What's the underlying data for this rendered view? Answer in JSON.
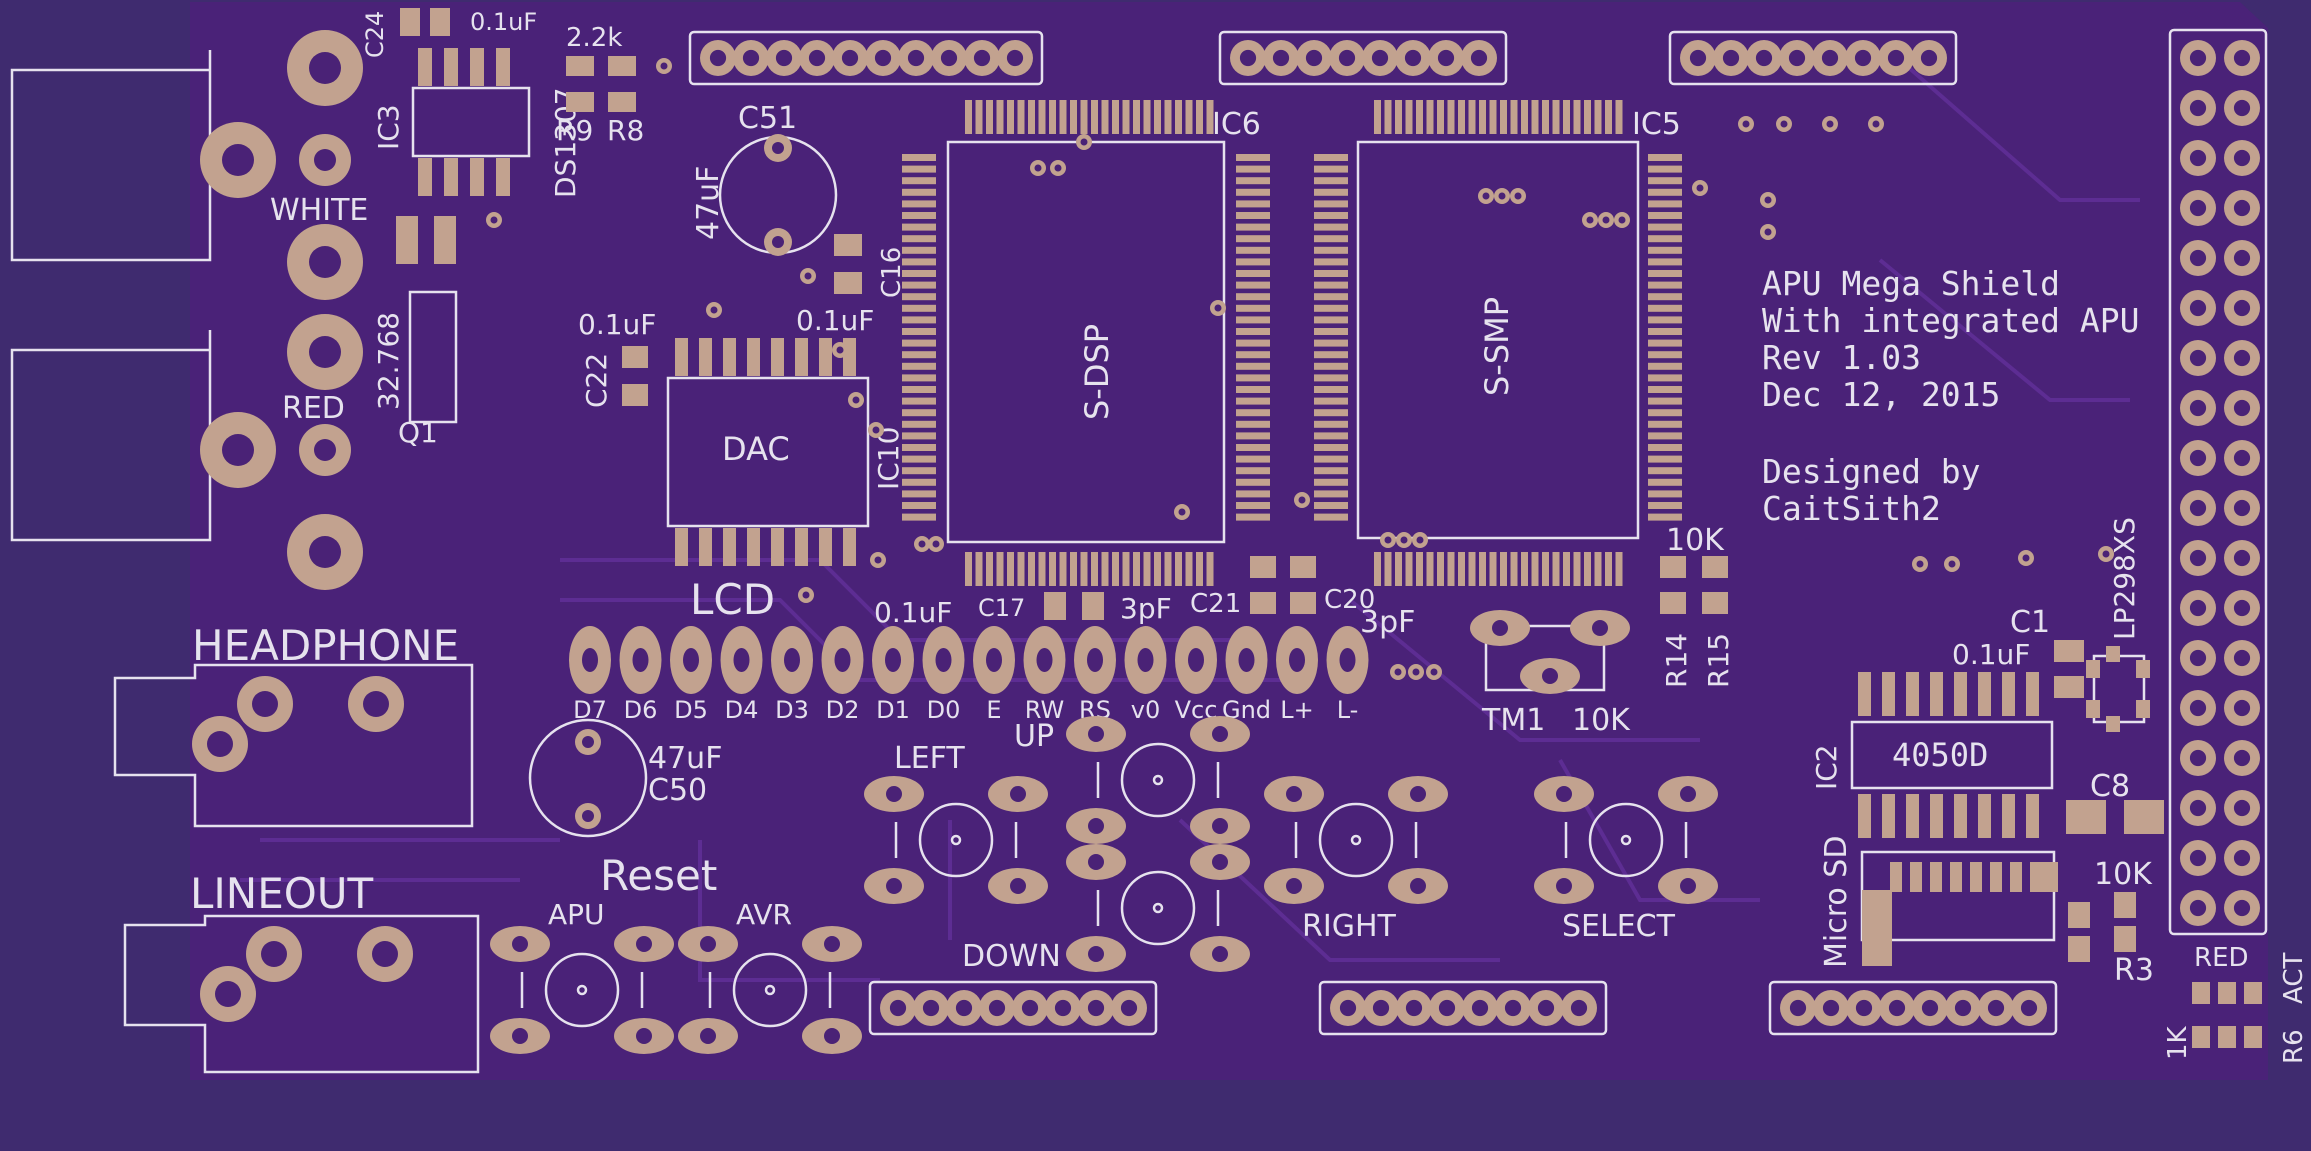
{
  "board": {
    "title_lines": [
      "APU Mega Shield",
      "With integrated APU",
      "Rev 1.03",
      "Dec 12, 2015"
    ],
    "credit_lines": [
      "Designed by",
      "CaitSith2"
    ]
  },
  "chips": {
    "s_dsp": "S-DSP",
    "s_smp": "S-SMP",
    "dac": "DAC",
    "ic2_value": "4050D",
    "rtc_value": "DS1307"
  },
  "refdes": {
    "ic6": "IC6",
    "ic5": "IC5",
    "ic10": "IC10",
    "ic3": "IC3",
    "ic2": "IC2",
    "c24": "C24",
    "c51": "C51",
    "c16": "C16",
    "c22": "C22",
    "c17": "C17",
    "c21": "C21",
    "c20": "C20",
    "c50": "C50",
    "c1": "C1",
    "c8": "C8",
    "r9": "R9",
    "r8": "R8",
    "r14": "R14",
    "r15": "R15",
    "r3": "R3",
    "r6": "R6",
    "q1": "Q1",
    "tm1": "TM1"
  },
  "values": {
    "c24_val": "0.1uF",
    "r9r8_val": "2.2k",
    "c51_val": "47uF",
    "c22_val": "0.1uF",
    "c16_val": "0.1uF",
    "c17_val": "0.1uF",
    "c17b_val": "3pF",
    "c20_val": "3pF",
    "q1_val": "32.768",
    "r14_val": "10K",
    "tm1_val": "10K",
    "c50_val": "47uF",
    "c1_val": "0.1uF",
    "r3_val": "10K",
    "r6_val": "1K",
    "reg": "LP298XS"
  },
  "connectors": {
    "white": "WHITE",
    "red_jack": "RED",
    "headphone": "HEADPHONE",
    "lineout": "LINEOUT",
    "lcd": "LCD",
    "micro_sd": "Micro SD"
  },
  "lcd_pins": [
    "D7",
    "D6",
    "D5",
    "D4",
    "D3",
    "D2",
    "D1",
    "D0",
    "E",
    "RW",
    "RS",
    "v0",
    "Vcc",
    "Gnd",
    "L+",
    "L-"
  ],
  "buttons": {
    "left": "LEFT",
    "up": "UP",
    "down": "DOWN",
    "right": "RIGHT",
    "select": "SELECT",
    "reset": "Reset",
    "apu": "APU",
    "avr": "AVR"
  },
  "leds": {
    "red": "RED",
    "act": "ACT"
  }
}
